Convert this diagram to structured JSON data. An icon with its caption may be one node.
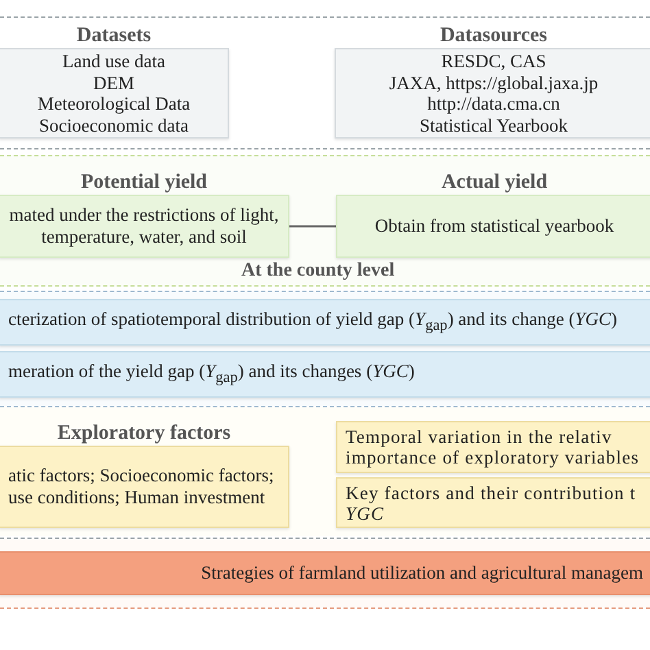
{
  "diagram": {
    "nodes": [
      {
        "text": [
          "Datasets",
          "Land use data",
          "DEM",
          "Meteorological Data",
          "Socioeconomic data"
        ]
      },
      {
        "text": [
          "Datasources",
          "RESDC, CAS",
          "JAXA, https://global.jaxa.jp",
          "http://data.cma.cn",
          "Statistical Yearbook"
        ]
      },
      {
        "text": [
          "Potential yield",
          "mated under the restrictions of light, temperature, water, and soil"
        ]
      },
      {
        "text": [
          "Actual yield",
          "Obtain from statistical yearbook"
        ]
      },
      {
        "text": [
          "cterization of spatiotemporal distribution of yield gap (*Y*$_{gap}$) and its change (*YGC*)"
        ]
      },
      {
        "text": [
          "meration of the yield gap (*Y*$_{gap}$) and its changes (*YGC*)"
        ]
      },
      {
        "text": [
          "Exploratory factors",
          "atic factors; Socioeconomic factors; use conditions; Human investment"
        ]
      },
      {
        "text": [
          "Temporal variation in the relativ importance of exploratory variables"
        ]
      },
      {
        "text": [
          "Key factors and their contribution t *YGC*"
        ]
      },
      {
        "text": [
          "Strategies of farmland utilization and agricultural managem"
        ]
      }
    ],
    "edges": [
      {
        "from": 2,
        "to": 3,
        "arrow": "none"
      }
    ],
    "labels": [
      "At the county level"
    ]
  }
}
